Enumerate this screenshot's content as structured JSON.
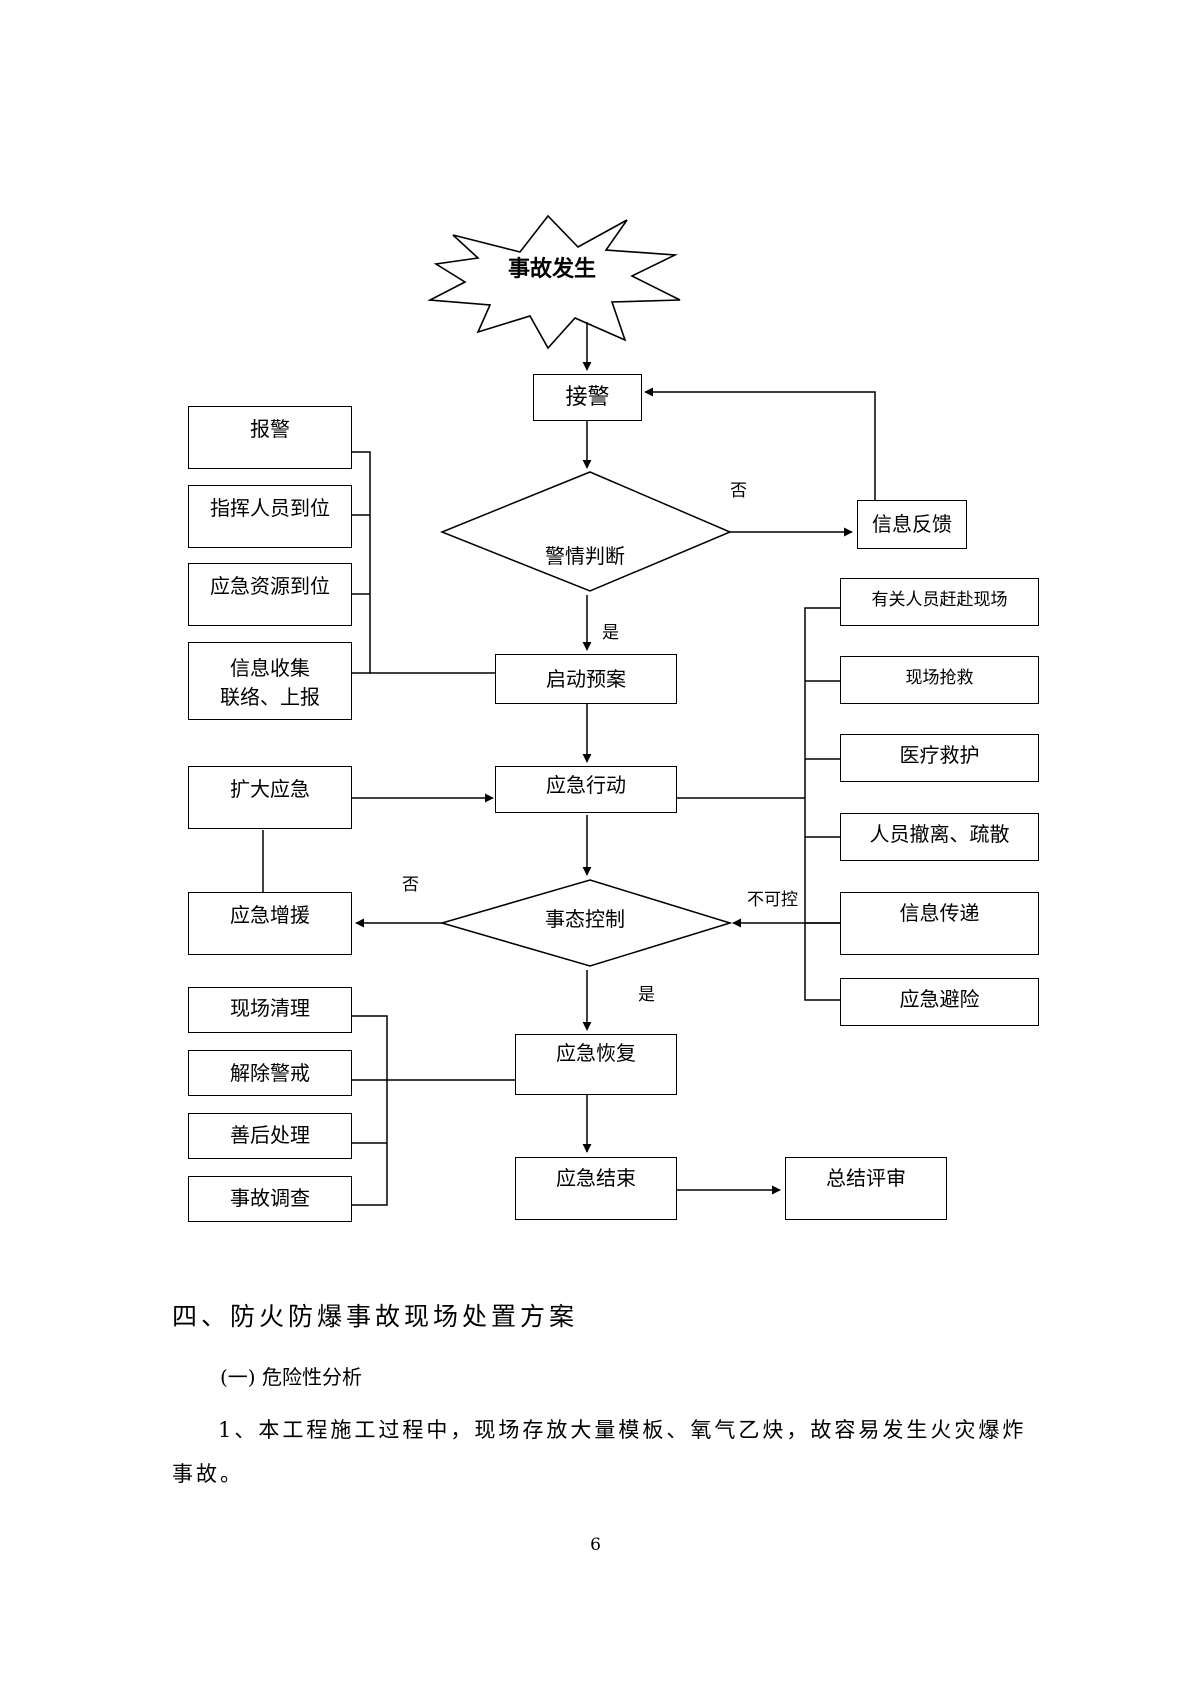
{
  "flowchart": {
    "start": "事故发生",
    "receive_alarm": "接警",
    "judge": "警情判断",
    "feedback": "信息反馈",
    "activate_plan": "启动预案",
    "emergency_action": "应急行动",
    "situation_control": "事态控制",
    "expand_emergency": "扩大应急",
    "reinforcement": "应急增援",
    "recovery": "应急恢复",
    "end": "应急结束",
    "review": "总结评审",
    "left_tasks": [
      "报警",
      "指挥人员到位",
      "应急资源到位",
      "信息收集",
      "联络、上报"
    ],
    "right_actions": [
      "有关人员赶赴现场",
      "现场抢救",
      "医疗救护",
      "人员撤离、疏散",
      "信息传递",
      "应急避险"
    ],
    "recovery_tasks": [
      "现场清理",
      "解除警戒",
      "善后处理",
      "事故调查"
    ],
    "labels": {
      "no_top": "否",
      "yes_top": "是",
      "no_mid": "否",
      "uncontrollable": "不可控",
      "yes_mid": "是"
    }
  },
  "document": {
    "heading": "四、防火防爆事故现场处置方案",
    "subheading": "(一) 危险性分析",
    "paragraph": "1、本工程施工过程中，现场存放大量模板、氧气乙炔，故容易发生火灾爆炸事故。",
    "page_number": "6"
  }
}
